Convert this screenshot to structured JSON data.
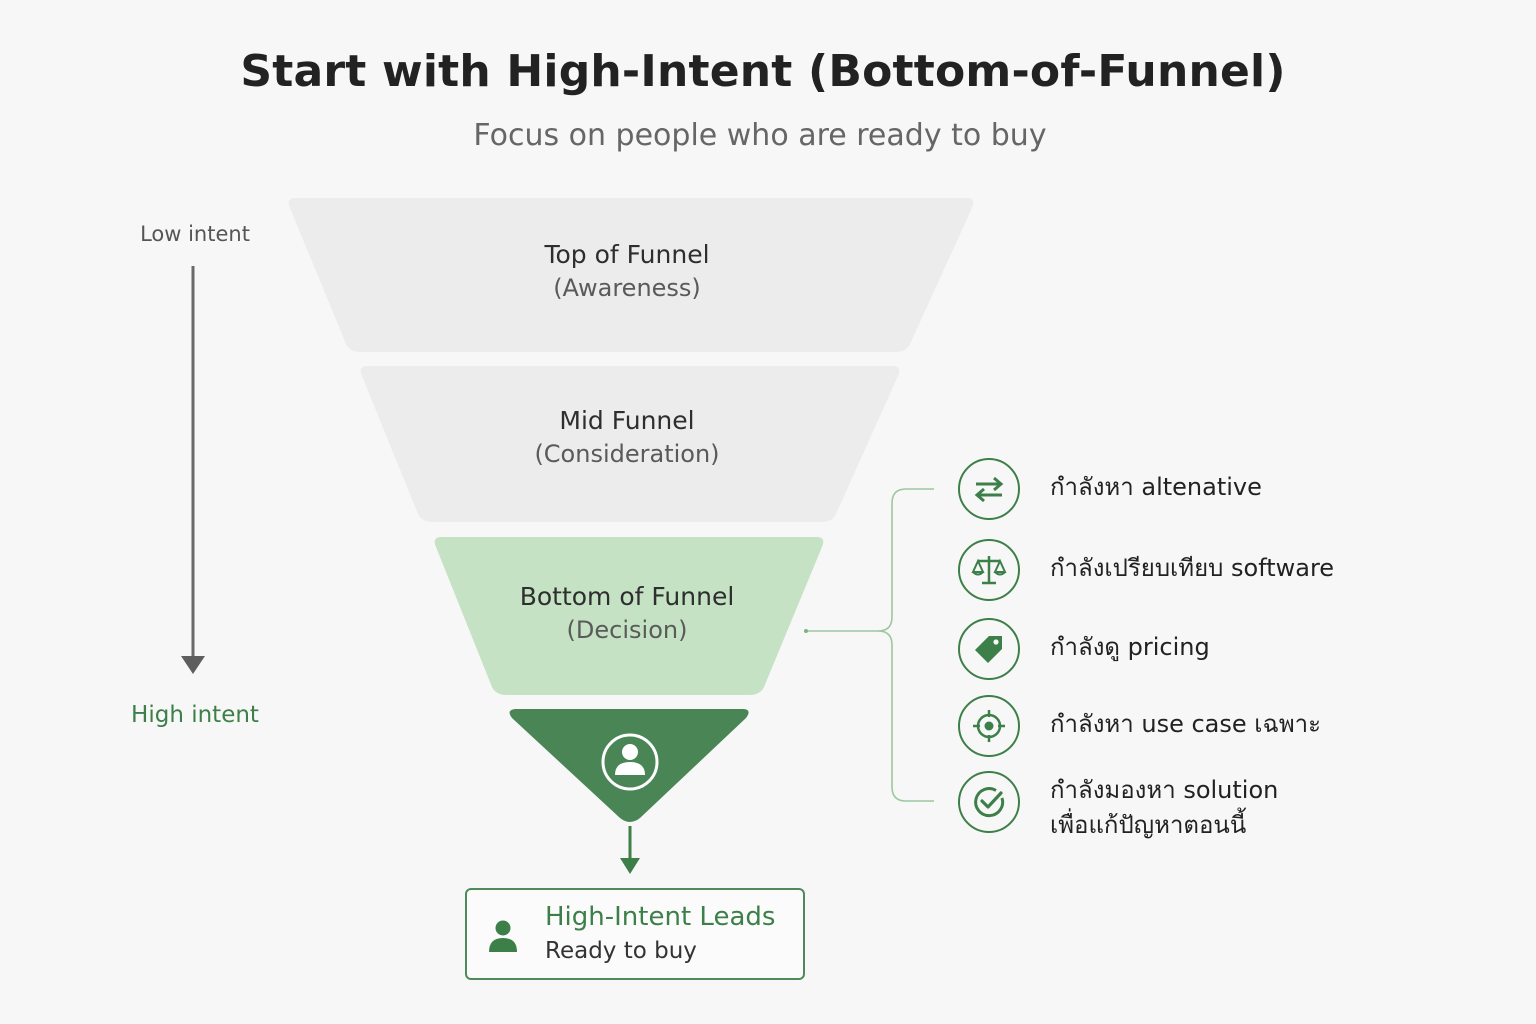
{
  "title": "Start with High-Intent (Bottom-of-Funnel)",
  "subtitle": "Focus on people who are ready to buy",
  "intent_axis": {
    "low_label": "Low intent",
    "high_label": "High intent"
  },
  "funnel": {
    "stages": [
      {
        "name": "Top of Funnel",
        "sub": "(Awareness)",
        "color": "#ececec"
      },
      {
        "name": "Mid Funnel",
        "sub": "(Consideration)",
        "color": "#ececec"
      },
      {
        "name": "Bottom of Funnel",
        "sub": "(Decision)",
        "color": "#c5e3c4"
      }
    ],
    "tip_color": "#4a8556",
    "tip_icon": "user-circle-icon"
  },
  "signals": [
    {
      "label": "กำลังหา altenative",
      "icon": "swap-arrows-icon"
    },
    {
      "label": "กำลังเปรียบเทียบ software",
      "icon": "balance-scale-icon"
    },
    {
      "label": "กำลังดู pricing",
      "icon": "price-tag-icon"
    },
    {
      "label": "กำลังหา use case เฉพาะ",
      "icon": "target-crosshair-icon"
    },
    {
      "label_line1": "กำลังมองหา solution",
      "label_line2": "เพื่อแก้ปัญหาตอนนี้",
      "icon": "check-circle-icon"
    }
  ],
  "result": {
    "title": "High-Intent Leads",
    "subtitle": "Ready to buy",
    "icon": "user-icon"
  },
  "colors": {
    "accent_green": "#3d7f49",
    "light_green": "#c5e3c4",
    "neutral_stage": "#ececec"
  }
}
